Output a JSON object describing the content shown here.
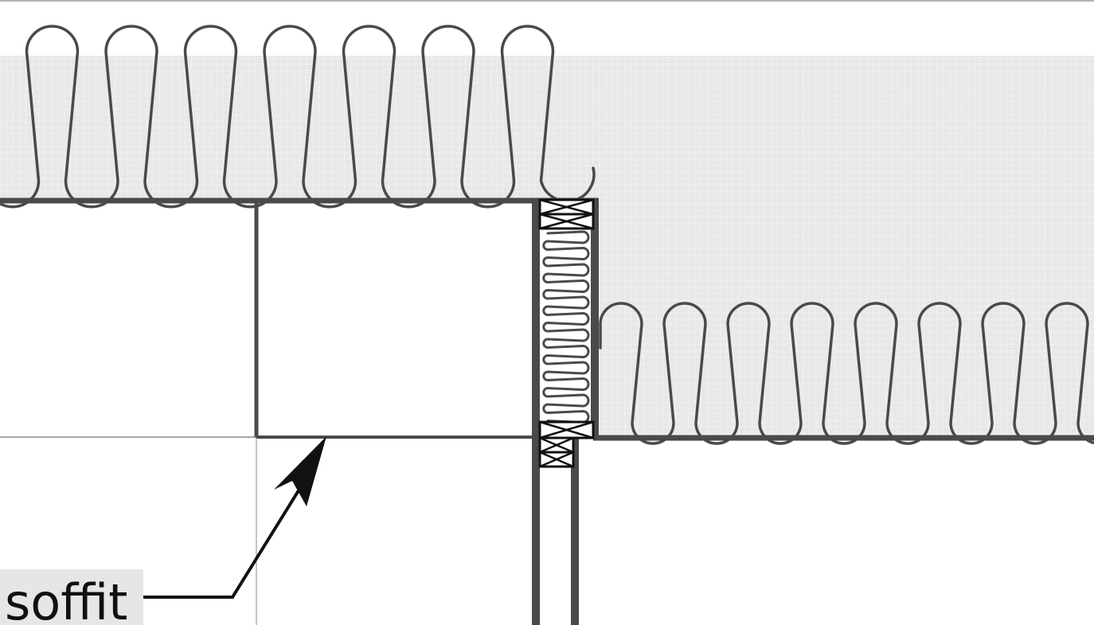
{
  "drawing": {
    "label_text": "soffit",
    "colors": {
      "stroke": "#4a4a4a",
      "hatch_background": "#e8e8e8",
      "hatch_grid": "#f7f7f7",
      "label_background": "#e6e6e6",
      "leader": "#111111",
      "thin_line": "#8a8a8a",
      "frame_line": "#999999"
    },
    "icons": {
      "batt_insulation": "batt-insulation-symbol",
      "blocking": "blocking-cross-symbol",
      "leader_arrow": "arrowhead"
    }
  }
}
